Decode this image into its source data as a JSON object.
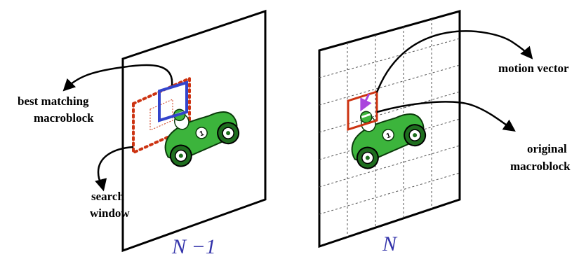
{
  "colors": {
    "frame": "#000000",
    "grid": "#555555",
    "search_window": "#cc3311",
    "best_match_block": "#3344cc",
    "original_block": "#cc3311",
    "motion_arrow": "#aa44dd",
    "car_body": "#3cb43c",
    "car_dark": "#1f6e1f",
    "frame_label": "#3333aa"
  },
  "labels": {
    "best_matching_line1": "best matching",
    "best_matching_line2": "macroblock",
    "search_line1": "search",
    "search_line2": "window",
    "motion_vector": "motion vector",
    "original_line1": "original",
    "original_line2": "macroblock",
    "frame_prev": "N −1",
    "frame_curr": "N"
  },
  "icons": {
    "car": "race-car-icon",
    "arrow": "curved-arrow-icon"
  }
}
